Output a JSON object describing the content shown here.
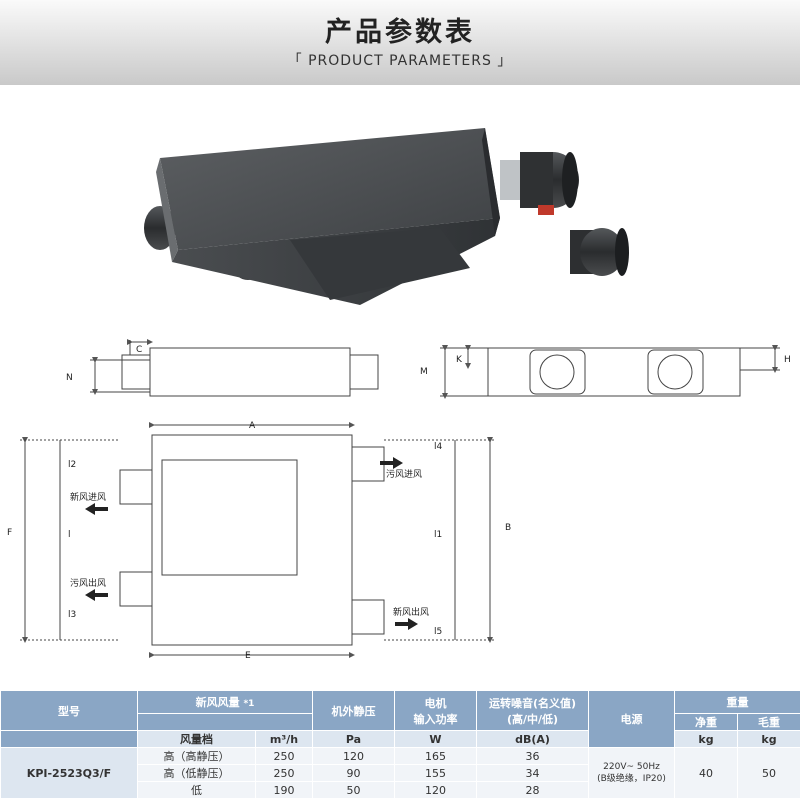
{
  "header": {
    "title": "产品参数表",
    "subtitle": "「 PRODUCT  PARAMETERS 」"
  },
  "drawing_labels": {
    "side_view": [
      "C",
      "N"
    ],
    "front_view": [
      "K",
      "M",
      "H"
    ],
    "top_view": [
      "A",
      "F",
      "B",
      "E",
      "l2",
      "l",
      "l3",
      "l4",
      "l1",
      "l5"
    ],
    "ports": {
      "fresh_in": "新风进风",
      "exhaust_out": "污风出风",
      "dirty_in": "污风进风",
      "fresh_out": "新风出风"
    }
  },
  "table": {
    "headers": {
      "model": "型号",
      "fresh_air_volume": "新风风量",
      "fresh_air_note": "*1",
      "static_pressure": "机外静压",
      "motor_power_l1": "电机",
      "motor_power_l2": "输入功率",
      "noise_l1": "运转噪音(名义值)",
      "noise_l2": "(高/中/低)",
      "power_supply": "电源",
      "weight": "重量",
      "net_weight": "净重",
      "gross_weight": "毛重"
    },
    "subheaders": {
      "speed": "风量档",
      "volume_unit": "m³/h",
      "pressure_unit": "Pa",
      "power_unit": "W",
      "noise_unit": "dB(A)",
      "net_unit": "kg",
      "gross_unit": "kg"
    },
    "model": "KPI-2523Q3/F",
    "rows": [
      {
        "speed": "高（高静压）",
        "volume": "250",
        "pressure": "120",
        "power": "165",
        "noise": "36"
      },
      {
        "speed": "高（低静压）",
        "volume": "250",
        "pressure": "90",
        "power": "155",
        "noise": "34"
      },
      {
        "speed": "低",
        "volume": "190",
        "pressure": "50",
        "power": "120",
        "noise": "28"
      }
    ],
    "power_supply_l1": "220V~ 50Hz",
    "power_supply_l2": "(B级绝缘，IP20)",
    "net_weight": "40",
    "gross_weight": "50"
  }
}
